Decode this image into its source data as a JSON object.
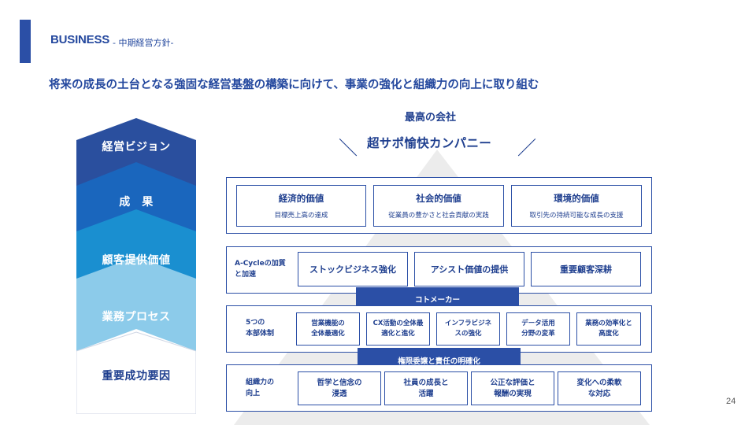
{
  "header": {
    "title": "BUSINESS",
    "subtitle": "- 中期経営方針-"
  },
  "headline": "将来の成長の土台となる強固な経営基盤の構築に向けて、事業の強化と組織力の向上に取り組む",
  "stack": {
    "items": [
      {
        "label": "経営ビジョン",
        "color": "#2a4f9e"
      },
      {
        "label": "成　果",
        "color": "#1a66bd"
      },
      {
        "label": "顧客提供価値",
        "color": "#1a8fd0"
      },
      {
        "label": "業務プロセス",
        "color": "#8ccbea"
      },
      {
        "label": "重要成功要因",
        "color": "#ffffff"
      }
    ]
  },
  "vision": {
    "best": "最高の会社",
    "company": "超サポ愉快カンパニー",
    "slash_left": "＼",
    "slash_right": "／"
  },
  "results": {
    "cells": [
      {
        "title": "経済的価値",
        "sub": "目標売上高の達成"
      },
      {
        "title": "社会的価値",
        "sub": "従業員の豊かさと社会貢献の実践"
      },
      {
        "title": "環境的価値",
        "sub": "取引先の持続可能な成長の支援"
      }
    ]
  },
  "customer_value": {
    "label": "A-Cycleの加質と加速",
    "label_line1": "A-Cycleの加質",
    "label_line2": "と加速",
    "cells": [
      "ストックビジネス強化",
      "アシスト価値の提供",
      "重要顧客深耕"
    ]
  },
  "band1": "コトメーカー",
  "process": {
    "label_line1": "5つの",
    "label_line2": "本部体制",
    "cells": [
      [
        "営業機能の",
        "全体最適化"
      ],
      [
        "CX活動の全体最",
        "適化と進化"
      ],
      [
        "インフラビジネ",
        "スの強化"
      ],
      [
        "データ活用",
        "分野の変革"
      ],
      [
        "業務の効率化と",
        "高度化"
      ]
    ]
  },
  "band2": "権限委譲と責任の明確化",
  "csf": {
    "label_line1": "組織力の",
    "label_line2": "向上",
    "cells": [
      [
        "哲学と信念の",
        "浸透"
      ],
      [
        "社員の成長と",
        "活躍"
      ],
      [
        "公正な評価と",
        "報酬の実現"
      ],
      [
        "変化への柔軟",
        "な対応"
      ]
    ]
  },
  "page_number": "24"
}
